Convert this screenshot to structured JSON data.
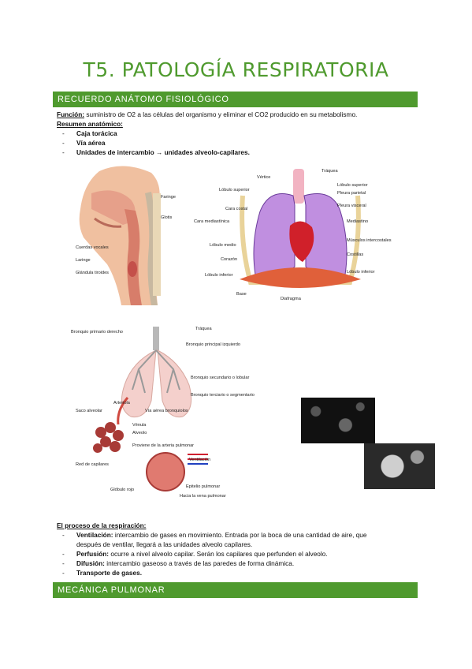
{
  "title": "T5. PATOLOGÍA RESPIRATORIA",
  "section1": {
    "heading": "RECUERDO ANÁTOMO FISIOLÓGICO",
    "function_label": "Función:",
    "function_text": " suministro de O2 a las células del organismo y eliminar el CO2 producido en su metabolismo.",
    "summary_label": "Resumen anatómico:",
    "items": [
      "Caja torácica",
      "Vía aérea",
      "Unidades de intercambio → unidades alveolo-capilares."
    ]
  },
  "figure_head": {
    "labels": [
      "Faringe",
      "Glotis",
      "Cuerdas vocales",
      "Laringe",
      "Glándula tiroides"
    ]
  },
  "figure_thorax": {
    "labels_left": [
      "Vértice",
      "Lóbulo superior",
      "Cara costal",
      "Cara mediastínica",
      "Lóbulo medio",
      "Corazón",
      "Lóbulo inferior",
      "Base"
    ],
    "labels_right": [
      "Tráquea",
      "Lóbulo superior",
      "Pleura parietal",
      "Pleura visceral",
      "Mediastino",
      "Músculos intercostales",
      "Costillas",
      "Lóbulo inferior"
    ],
    "label_bottom": "Diafragma"
  },
  "figure_bronchi": {
    "labels_left": [
      "Bronquio primario derecho",
      "Saco alveolar",
      "Red de capilares",
      "Glóbulo rojo"
    ],
    "labels_right": [
      "Tráquea",
      "Bronquio principal izquierdo",
      "Bronquio secundario o lobular",
      "Bronquio terciario o segmentario",
      "Arteriola",
      "Vía aérea bronquiolos",
      "Vénula",
      "Alveolo",
      "Proviene de la arteria pulmonar",
      "Ventilación",
      "Epitelio pulmonar",
      "Hacia la vena pulmonar"
    ]
  },
  "section2": {
    "heading_label": "El proceso de la respiración:",
    "items": [
      {
        "label": "Ventilación:",
        "text": " intercambio de gases en movimiento. Entrada por la boca de una cantidad de aire, que",
        "cont": "después de ventilar, llegará a las unidades alveolo capilares."
      },
      {
        "label": "Perfusión:",
        "text": " ocurre a nivel alveolo capilar. Serán los capilares que perfunden el alveolo.",
        "cont": ""
      },
      {
        "label": "Difusión:",
        "text": " intercambio gaseoso a través de las paredes de forma dinámica.",
        "cont": ""
      },
      {
        "label": "Transporte de gases.",
        "text": "",
        "cont": ""
      }
    ]
  },
  "section3": {
    "heading": "MECÁNICA PULMONAR"
  },
  "colors": {
    "accent": "#4f9a2e",
    "lung": "#c08fe0",
    "heart": "#d0202a",
    "diaphragm": "#e0603a"
  }
}
